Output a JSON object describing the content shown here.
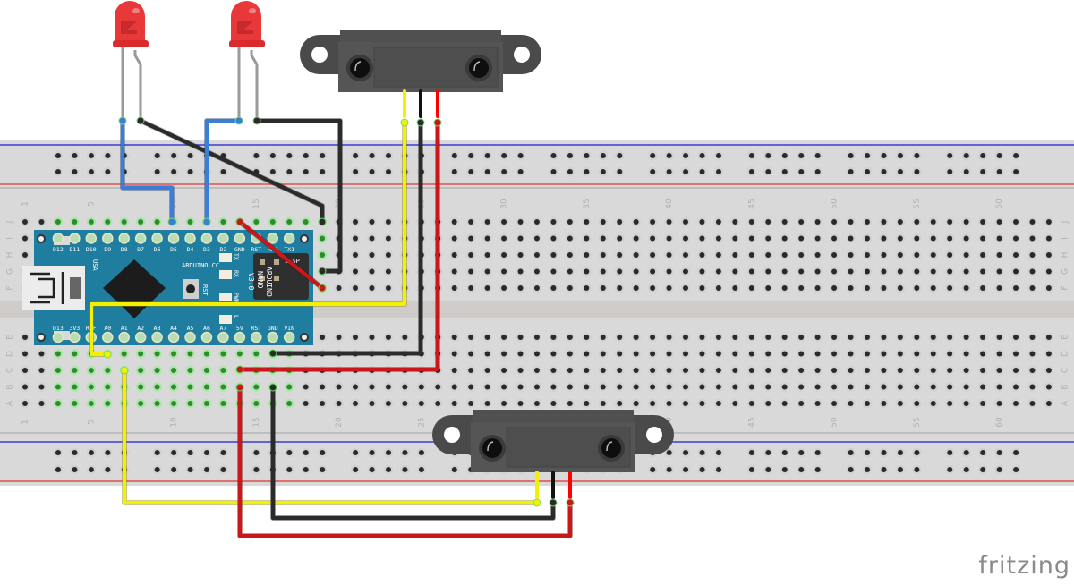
{
  "app": {
    "logo_text": "fritzing"
  },
  "breadboard": {
    "columns": 63,
    "row_labels_top": [
      "J",
      "I",
      "H",
      "G",
      "F"
    ],
    "row_labels_bottom": [
      "E",
      "D",
      "C",
      "B",
      "A"
    ],
    "column_number_labels": [
      "1",
      "5",
      "10",
      "15",
      "20",
      "25",
      "30",
      "35",
      "40",
      "45",
      "50",
      "55",
      "60"
    ],
    "rail_colors": {
      "negative": "#3b3bd9",
      "positive": "#e05050"
    },
    "connected_hole_color": "#2e8b2e",
    "hole_color": "#2a2a2a"
  },
  "arduino": {
    "name": "Arduino Nano",
    "board_text": [
      "ARDUINO",
      "NANO",
      "V3.0"
    ],
    "website_text": "ARDUINO.CC",
    "usb_label": "USA",
    "reset_label": "RST",
    "icsp_label": "ICSP",
    "led_labels": [
      "TX",
      "RX",
      "PWR",
      "L"
    ],
    "top_pins": [
      "D12",
      "D11",
      "D10",
      "D9",
      "D8",
      "D7",
      "D6",
      "D5",
      "D4",
      "D3",
      "D2",
      "GND",
      "RST",
      "RX0",
      "TX1"
    ],
    "bottom_pins": [
      "D13",
      "3V3",
      "REF",
      "A0",
      "A1",
      "A2",
      "A3",
      "A4",
      "A5",
      "A6",
      "A7",
      "5V",
      "RST",
      "GND",
      "VIN"
    ],
    "board_color": "#1f7ea0"
  },
  "components": {
    "leds": [
      {
        "name": "LED 1",
        "color": "#e8383a",
        "anode_wire": "blue",
        "cathode_wire": "black"
      },
      {
        "name": "LED 2",
        "color": "#e8383a",
        "anode_wire": "blue",
        "cathode_wire": "black"
      }
    ],
    "sensors": [
      {
        "name": "IR distance sensor (top)",
        "wires": [
          "yellow",
          "black",
          "red"
        ]
      },
      {
        "name": "IR distance sensor (bottom)",
        "wires": [
          "yellow",
          "black",
          "red"
        ]
      }
    ]
  },
  "wire_colors": {
    "blue": "#3a7fd5",
    "black": "#2b2b2b",
    "red": "#c8181a",
    "yellow": "#f5f000"
  }
}
